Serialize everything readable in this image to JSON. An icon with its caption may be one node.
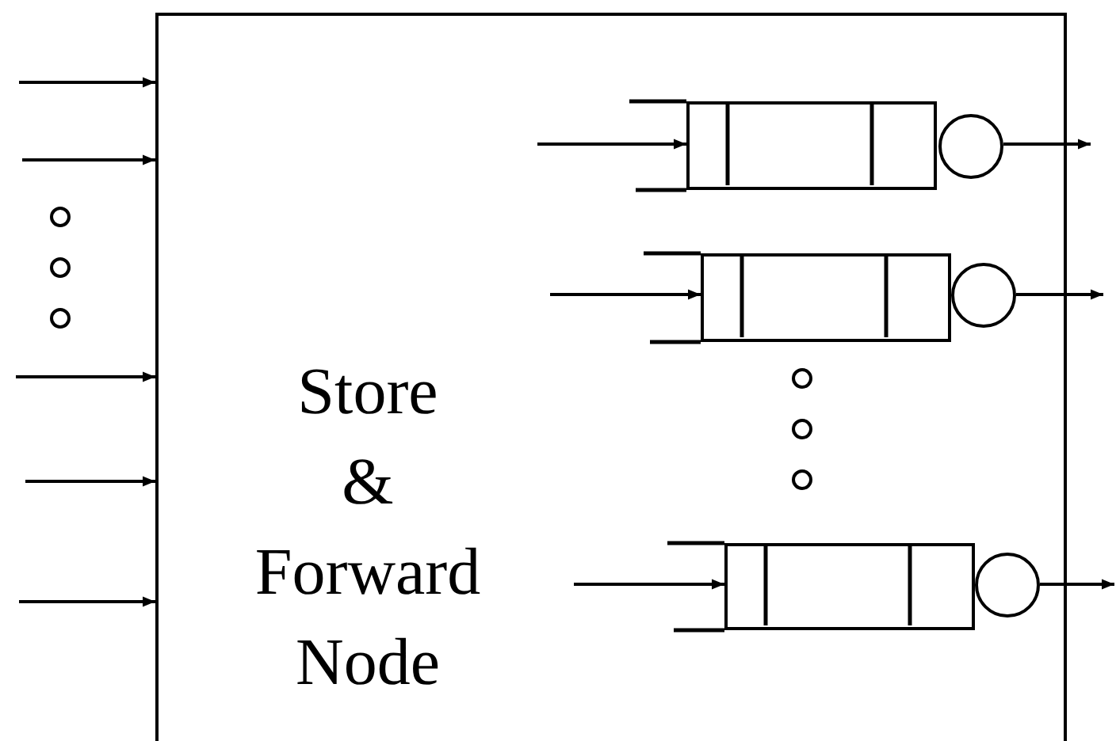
{
  "diagram": {
    "nodes": [
      {
        "text": [
          "Store & Forward Node"
        ]
      },
      {
        "text": [],
        "shape": "box",
        "in": 0
      },
      {
        "text": [],
        "shape": "circle",
        "in": 0
      },
      {
        "text": [],
        "shape": "box",
        "in": 0
      },
      {
        "text": [],
        "shape": "circle",
        "in": 0
      },
      {
        "text": [],
        "shape": "box",
        "in": 0
      },
      {
        "text": [],
        "shape": "circle",
        "in": 0
      }
    ],
    "edges": [
      {
        "from": null,
        "to": 0,
        "arrow": "to"
      },
      {
        "from": null,
        "to": 0,
        "arrow": "to"
      },
      {
        "from": null,
        "to": 0,
        "arrow": "to"
      },
      {
        "from": null,
        "to": 0,
        "arrow": "to"
      },
      {
        "from": null,
        "to": 0,
        "arrow": "to"
      },
      {
        "from": null,
        "to": 1,
        "arrow": "to"
      },
      {
        "from": null,
        "to": 3,
        "arrow": "to"
      },
      {
        "from": null,
        "to": 5,
        "arrow": "to"
      },
      {
        "from": 2,
        "to": null,
        "arrow": "to"
      },
      {
        "from": 4,
        "to": null,
        "arrow": "to"
      },
      {
        "from": 6,
        "to": null,
        "arrow": "to"
      }
    ]
  }
}
